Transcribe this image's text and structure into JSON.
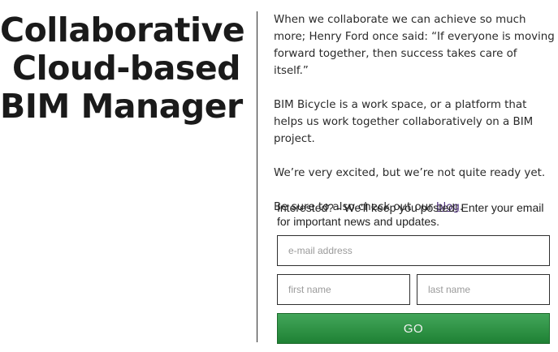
{
  "headline": {
    "line1": "Collaborative",
    "line2": "Cloud-based",
    "line3": "BIM Manager"
  },
  "intro": {
    "p1": "When we collaborate we can achieve so much more; Henry Ford once said: “If everyone is moving forward together, then success takes care of itself.”",
    "p2": "BIM Bicycle is a work space, or a platform that helps us work together collaboratively on a BIM project.",
    "p3": "We’re very excited, but we’re not quite ready yet.",
    "p4_before": "Be sure to also check out our ",
    "p4_link": "blog",
    "p4_after": "."
  },
  "signup": {
    "line1": "Interested? - We'll keep you posted! Enter your email",
    "line2": "for important news and updates.",
    "email_placeholder": "e-mail address",
    "first_name_placeholder": "first name",
    "last_name_placeholder": "last name",
    "submit_label": "GO"
  },
  "colors": {
    "button_green": "#2e9444",
    "link": "#4a2b7a"
  }
}
